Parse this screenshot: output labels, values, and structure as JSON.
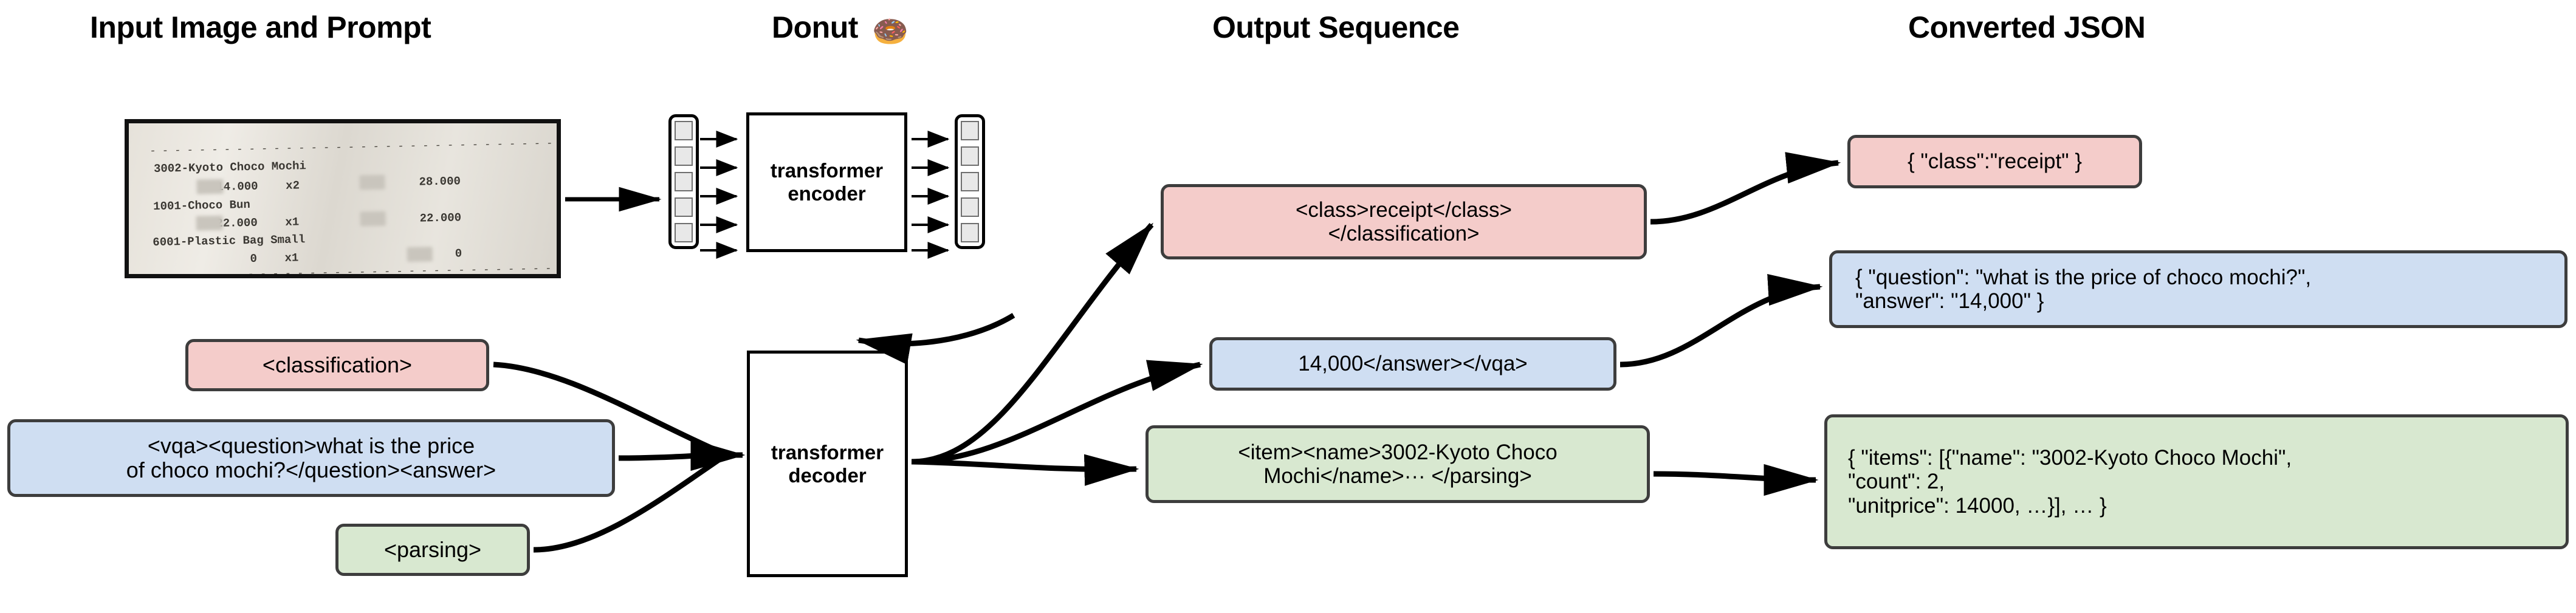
{
  "figure": {
    "type": "diagram",
    "description": "Donut model pipeline: input image and prompt, transformer encoder/decoder, output sequence, converted JSON"
  },
  "headers": [
    {
      "id": "input-image-and-prompt",
      "label": "Input Image and Prompt"
    },
    {
      "id": "donut",
      "label": "Donut",
      "icon": "donut-emoji",
      "glyph": "🍩"
    },
    {
      "id": "output-sequence",
      "label": "Output Sequence"
    },
    {
      "id": "converted-json",
      "label": "Converted JSON"
    }
  ],
  "receipt": {
    "lines": [
      "3002-Kyoto Choco Mochi",
      "         14.000    x2            28.000",
      "1001-Choco Bun",
      "         22.000    x1            22.000",
      "6001-Plastic Bag Small",
      "              0    x1                 0"
    ],
    "items": [
      {
        "code": "3002",
        "name": "Kyoto Choco Mochi",
        "unitprice": "14.000",
        "count": "x2",
        "price": "28.000"
      },
      {
        "code": "1001",
        "name": "Choco Bun",
        "unitprice": "22.000",
        "count": "x1",
        "price": "22.000"
      },
      {
        "code": "6001",
        "name": "Plastic Bag Small",
        "unitprice": "0",
        "count": "x1",
        "price": "0"
      }
    ],
    "separator": "----------------------------------------"
  },
  "model": {
    "encoder_label": "transformer\nencoder",
    "decoder_label": "transformer\ndecoder",
    "input_token_count": 5,
    "output_token_count": 5
  },
  "prompts": [
    {
      "id": "classification",
      "text": "<classification>",
      "color": "#f4ccca"
    },
    {
      "id": "vqa",
      "text": "<vqa><question>what is the price\nof choco mochi?</question><answer>",
      "color": "#cfdef2"
    },
    {
      "id": "parsing",
      "text": "<parsing>",
      "color": "#d8e8d0"
    }
  ],
  "outputs": [
    {
      "id": "classification-output",
      "text": "<class>receipt</class>\n</classification>",
      "color": "#f4ccca"
    },
    {
      "id": "vqa-output",
      "text": "14,000</answer></vqa>",
      "color": "#cfdef2"
    },
    {
      "id": "parsing-output",
      "text": "<item><name>3002-Kyoto Choco\nMochi</name>··· </parsing>",
      "color": "#d8e8d0"
    }
  ],
  "json_results": [
    {
      "id": "classification-json",
      "text": "{ \"class\":\"receipt\" }",
      "color": "#f4ccca"
    },
    {
      "id": "vqa-json",
      "text": "{ \"question\": \"what is the price of choco mochi?\",\n  \"answer\": \"14,000\" }",
      "color": "#cfdef2"
    },
    {
      "id": "parsing-json",
      "text": "{ \"items\": [{\"name\": \"3002-Kyoto Choco Mochi\",\n     \"count\": 2,\n     \"unitprice\": 14000, …}], … }",
      "color": "#d8e8d0"
    }
  ],
  "colors": {
    "pink": "#f4ccca",
    "blue": "#cfdef2",
    "green": "#d8e8d0",
    "border": "#3d3d3d",
    "stroke": "#000000",
    "token_fill": "#e8e8e8"
  }
}
